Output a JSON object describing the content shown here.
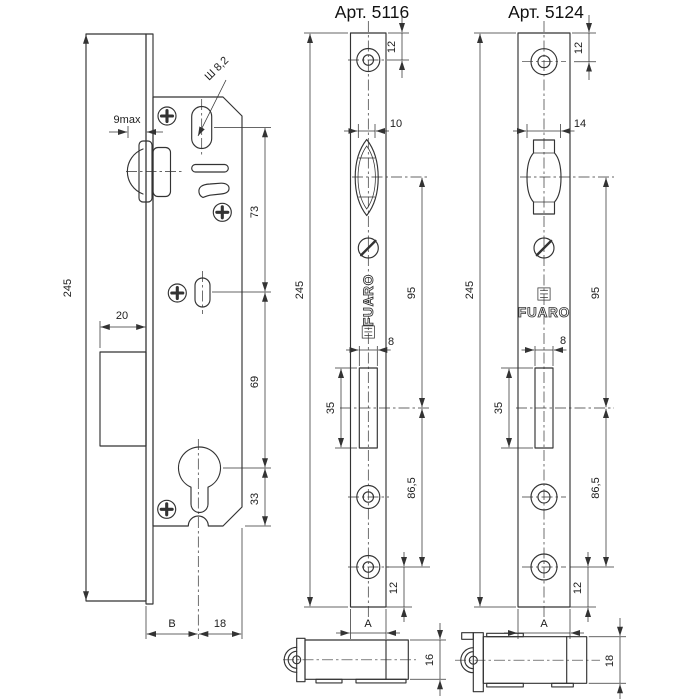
{
  "titles": {
    "article_5116": "Арт. 5116",
    "article_5124": "Арт. 5124"
  },
  "side_view": {
    "overall_height": "245",
    "latch_protrusion": "9max",
    "backset": "20",
    "spindle_to_follower": "73",
    "follower_to_cylinder": "69",
    "cylinder_to_bottom": "33",
    "width_b": "B",
    "cylinder_to_edge": "18",
    "spindle_hole": "Ш 8,2"
  },
  "plate_5116": {
    "top_to_hole": "12",
    "latch_width": "10",
    "overall_height": "245",
    "latch_to_bolt": "95",
    "bolt_width": "8",
    "bolt_height": "35",
    "bolt_to_hole": "86,5",
    "hole_to_bottom": "12",
    "plate_width": "A",
    "brand": "FUARO"
  },
  "plate_5124": {
    "top_to_hole": "12",
    "latch_width": "14",
    "overall_height": "245",
    "latch_to_bolt": "95",
    "bolt_width": "8",
    "bolt_height": "35",
    "bolt_to_hole": "86,5",
    "hole_to_bottom": "12",
    "plate_width": "A",
    "brand": "FUARO"
  },
  "bottom_view_5116": {
    "case_depth": "16"
  },
  "bottom_view_5124": {
    "case_depth": "18"
  },
  "colors": {
    "line": "#333333",
    "bg": "#ffffff"
  }
}
